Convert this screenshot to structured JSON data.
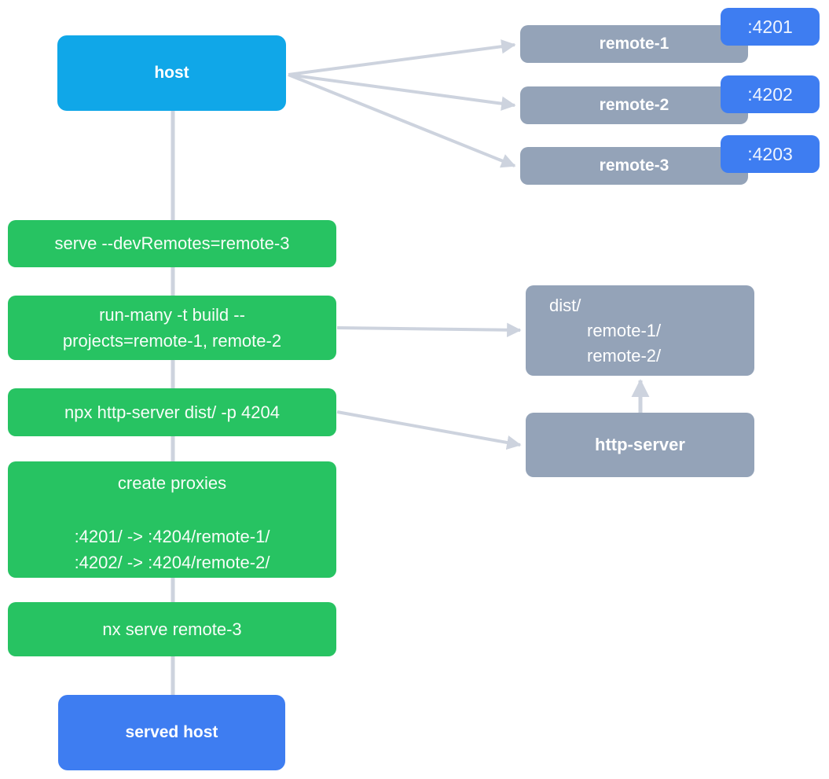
{
  "diagram": {
    "host": {
      "label": "host"
    },
    "remotes": [
      {
        "label": "remote-1",
        "port": ":4201"
      },
      {
        "label": "remote-2",
        "port": ":4202"
      },
      {
        "label": "remote-3",
        "port": ":4203"
      }
    ],
    "steps": {
      "serve": "serve --devRemotes=remote-3",
      "run_many_line1": "run-many -t build --",
      "run_many_line2": "projects=remote-1, remote-2",
      "http_server_cmd": "npx http-server dist/ -p 4204",
      "proxies_title": "create proxies",
      "proxy_line1": ":4201/ -> :4204/remote-1/",
      "proxy_line2": ":4202/ -> :4204/remote-2/",
      "nx_serve": "nx serve remote-3"
    },
    "dist": {
      "line1": "dist/",
      "line2": "remote-1/",
      "line3": "remote-2/"
    },
    "http_server": {
      "label": "http-server"
    },
    "served_host": {
      "label": "served host"
    }
  },
  "colors": {
    "host_bg": "#10A7E8",
    "remote_bg": "#94A3B8",
    "port_badge_bg": "#3E7DF1",
    "step_bg": "#27C362",
    "served_host_bg": "#3E7DF1",
    "connector": "#CDD3DE",
    "text": "#FFFFFF",
    "background": "#FFFFFF"
  }
}
